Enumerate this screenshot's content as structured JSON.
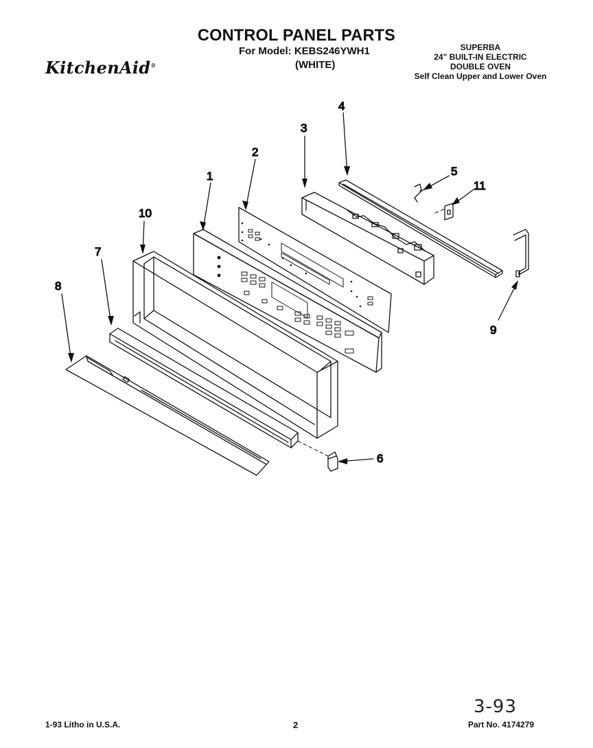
{
  "header": {
    "title": "CONTROL PANEL PARTS",
    "model_line": "For Model: KEBS246YWH1",
    "color": "(WHITE)",
    "brand": "KitchenAid",
    "brand_mark": "®",
    "description": [
      "SUPERBA",
      "24\" BUILT-IN ELECTRIC",
      "DOUBLE OVEN",
      "Self Clean Upper and Lower Oven"
    ]
  },
  "callouts": {
    "c1": "1",
    "c2": "2",
    "c3": "3",
    "c4": "4",
    "c5": "5",
    "c6": "6",
    "c7": "7",
    "c8": "8",
    "c9": "9",
    "c10": "10",
    "c11": "11"
  },
  "footer": {
    "printed": "1-93 Litho in U.S.A.",
    "page": "2",
    "part_number": "Part No. 4174279",
    "handwritten": "3-93"
  }
}
